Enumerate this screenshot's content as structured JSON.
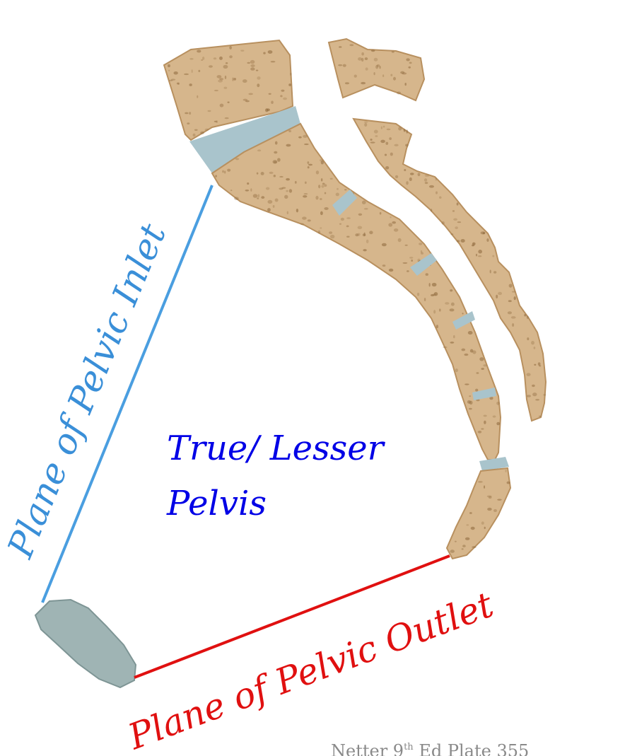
{
  "colors": {
    "background": "#ffffff",
    "bone": "#d6b68c",
    "bone_shadow": "#b8905f",
    "bone_texture": "#8f6a3e",
    "cartilage": "#a9c4cc",
    "symphysis": "#9fb4b4",
    "inlet": "#4a9ee0",
    "inlet_text": "#3a8fd8",
    "outlet": "#e01010",
    "cavity_text": "#0000e6",
    "credit_text": "#8a8a8a"
  },
  "labels": {
    "inlet": "Plane of Pelvic Inlet",
    "outlet": "Plane of Pelvic Outlet",
    "cavity_line1": "True/ Lesser",
    "cavity_line2": "Pelvis"
  },
  "credit": {
    "prefix": "Netter ",
    "edition_number": "9",
    "edition_suffix": "th",
    "rest": " Ed Plate 355"
  },
  "figure_parts": {
    "vertebra": "lumbar-vertebra",
    "spinous_process": "spinous-process",
    "sacrum": "sacrum",
    "sacral_crest": "median-sacral-crest",
    "coccyx": "coccyx",
    "pubic_symphysis": "pubic-symphysis"
  }
}
